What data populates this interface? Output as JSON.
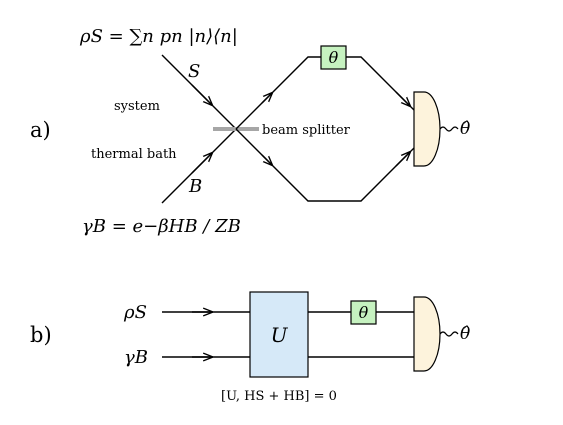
{
  "panel_a": {
    "label": "a)",
    "rho_s_formula": "ρS = ∑n pn |n⟩⟨n|",
    "s_label": "S",
    "system_label": "system",
    "beam_splitter_label": "beam splitter",
    "thermal_bath_label": "thermal bath",
    "b_label": "B",
    "gamma_b_formula": "γB = e−βHB / ZB",
    "phase_label": "θ",
    "estimate_label": "θ̂"
  },
  "panel_b": {
    "label": "b)",
    "rho_s": "ρS",
    "gamma_b": "γB",
    "unitary_label": "U",
    "phase_label": "θ",
    "estimate_label": "θ̂",
    "commutator": "[U, HS + HB] = 0"
  },
  "colors": {
    "phase_box": "#c6f2c0",
    "unitary_box": "#d6e9f8",
    "detector": "#fdf3dc",
    "beam_splitter": "#a6a6a6"
  }
}
